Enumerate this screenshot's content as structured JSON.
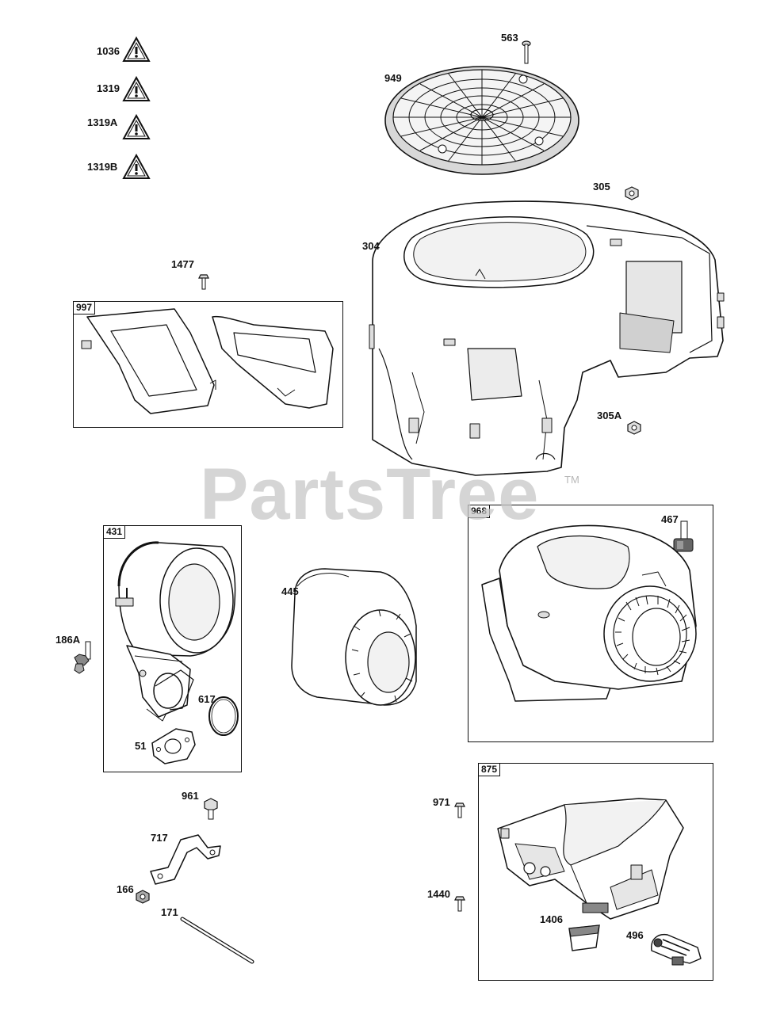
{
  "watermark": {
    "text": "PartsTree",
    "tm": "TM"
  },
  "warnings": [
    "1036",
    "1319",
    "1319A",
    "1319B"
  ],
  "boxes": {
    "b997": "997",
    "b431": "431",
    "b968": "968",
    "b875": "875"
  },
  "labels": {
    "p563": "563",
    "p949": "949",
    "p305": "305",
    "p304": "304",
    "p1477": "1477",
    "p305A": "305A",
    "p467": "467",
    "p445": "445",
    "p186A": "186A",
    "p617": "617",
    "p51": "51",
    "p961": "961",
    "p717": "717",
    "p166": "166",
    "p171": "171",
    "p971": "971",
    "p1440": "1440",
    "p1406": "1406",
    "p496": "496"
  },
  "colors": {
    "line": "#111111",
    "fill": "#ffffff",
    "shade": "#e6e6e6",
    "dark": "#555555",
    "watermark": "#c8c8c8"
  }
}
